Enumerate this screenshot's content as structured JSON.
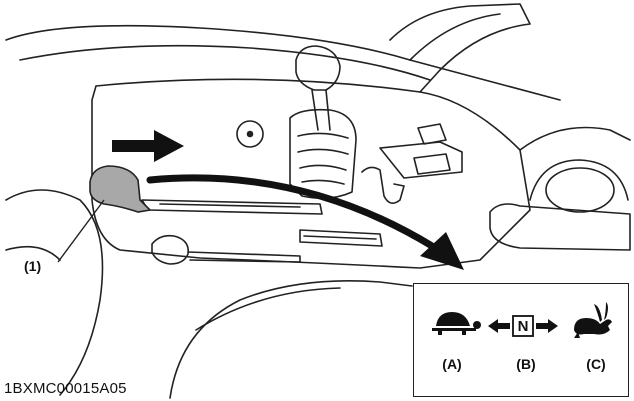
{
  "callout_label": "(1)",
  "figure_code": "1BXMC00015A05",
  "legend": {
    "a_label": "(A)",
    "b_label": "(B)",
    "c_label": "(C)",
    "neutral_symbol": "N"
  },
  "icons": {
    "slow": "turtle-icon",
    "neutral": "neutral-box-icon",
    "fast": "rabbit-icon"
  },
  "colors": {
    "line": "#222222",
    "lever_fill": "#a8a8a8"
  }
}
